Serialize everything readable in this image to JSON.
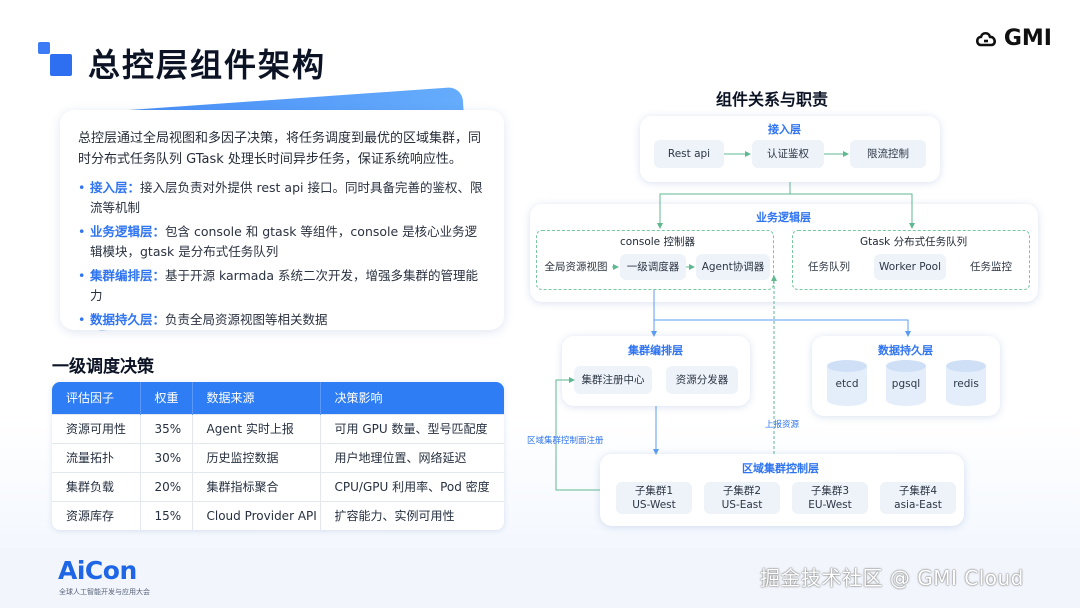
{
  "header": {
    "title": "总控层组件架构",
    "brand": "GMI"
  },
  "intro": {
    "text": "总控层通过全局视图和多因子决策，将任务调度到最优的区域集群，同时分布式任务队列 GTask 处理长时间异步任务，保证系统响应性。",
    "bullets": [
      {
        "label": "接入层：",
        "text": "接入层负责对外提供 rest api 接口。同时具备完善的鉴权、限流等机制"
      },
      {
        "label": "业务逻辑层：",
        "text": "包含 console 和 gtask 等组件，console 是核心业务逻辑模块，gtask 是分布式任务队列"
      },
      {
        "label": "集群编排层：",
        "text": "基于开源 karmada 系统二次开发，增强多集群的管理能力"
      },
      {
        "label": "数据持久层：",
        "text": "负责全局资源视图等相关数据"
      }
    ]
  },
  "decision": {
    "title": "一级调度决策",
    "headers": [
      "评估因子",
      "权重",
      "数据来源",
      "决策影响"
    ],
    "rows": [
      [
        "资源可用性",
        "35%",
        "Agent 实时上报",
        "可用 GPU 数量、型号匹配度"
      ],
      [
        "流量拓扑",
        "30%",
        "历史监控数据",
        "用户地理位置、网络延迟"
      ],
      [
        "集群负载",
        "20%",
        "集群指标聚合",
        "CPU/GPU 利用率、Pod 密度"
      ],
      [
        "资源库存",
        "15%",
        "Cloud Provider API",
        "扩容能力、实例可用性"
      ]
    ]
  },
  "diagram": {
    "title": "组件关系与职责",
    "access": {
      "label": "接入层",
      "nodes": [
        "Rest api",
        "认证鉴权",
        "限流控制"
      ]
    },
    "logic": {
      "label": "业务逻辑层",
      "console": {
        "label": "console 控制器",
        "nodes": [
          "全局资源视图",
          "一级调度器",
          "Agent协调器"
        ]
      },
      "gtask": {
        "label": "Gtask 分布式任务队列",
        "nodes": [
          "任务队列",
          "Worker Pool",
          "任务监控"
        ]
      }
    },
    "orchestration": {
      "label": "集群编排层",
      "nodes": [
        "集群注册中心",
        "资源分发器"
      ]
    },
    "persistence": {
      "label": "数据持久层",
      "nodes": [
        "etcd",
        "pgsql",
        "redis"
      ]
    },
    "regional": {
      "label": "区域集群控制层",
      "clusters": [
        {
          "name": "子集群1",
          "region": "US-West"
        },
        {
          "name": "子集群2",
          "region": "US-East"
        },
        {
          "name": "子集群3",
          "region": "EU-West"
        },
        {
          "name": "子集群4",
          "region": "asia-East"
        }
      ]
    },
    "edge_labels": {
      "report": "上报资源",
      "register": "区域集群控制面注册"
    }
  },
  "footer": {
    "event_logo": "AiCon",
    "event_sub": "全球人工智能开发与应用大会",
    "watermark": "掘金技术社区 @ GMI Cloud"
  },
  "colors": {
    "accent": "#2f7df5",
    "edge_green": "#5fb890",
    "edge_blue": "#5a9cf2"
  }
}
